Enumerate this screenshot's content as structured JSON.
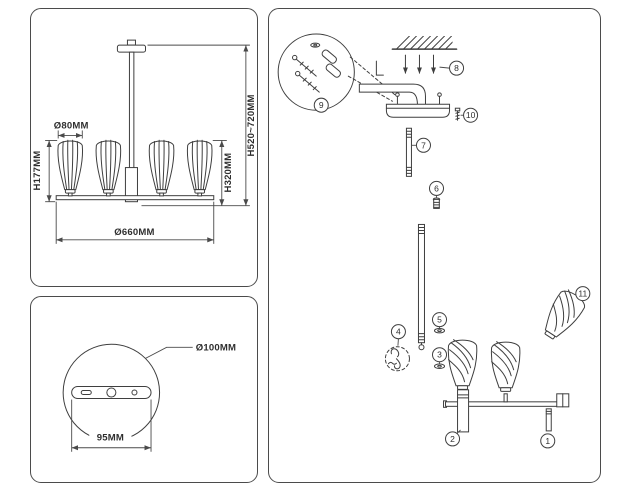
{
  "dim_panel": {
    "shade_diameter": "Ø80MM",
    "shade_height": "H177MM",
    "frame_height": "H320MM",
    "overall_height": "H520~720MM",
    "overall_diameter": "Ø660MM"
  },
  "canopy_panel": {
    "base_diameter": "Ø100MM",
    "hole_spacing": "95MM"
  },
  "assembly": {
    "callouts": [
      {
        "label": "1"
      },
      {
        "label": "2"
      },
      {
        "label": "3"
      },
      {
        "label": "4"
      },
      {
        "label": "5"
      },
      {
        "label": "6"
      },
      {
        "label": "7"
      },
      {
        "label": "8"
      },
      {
        "label": "9"
      },
      {
        "label": "10"
      },
      {
        "label": "11"
      }
    ]
  },
  "colors": {
    "line": "#3f3f3f",
    "text": "#2e2e2e",
    "panel_border": "#4b4b4b"
  }
}
